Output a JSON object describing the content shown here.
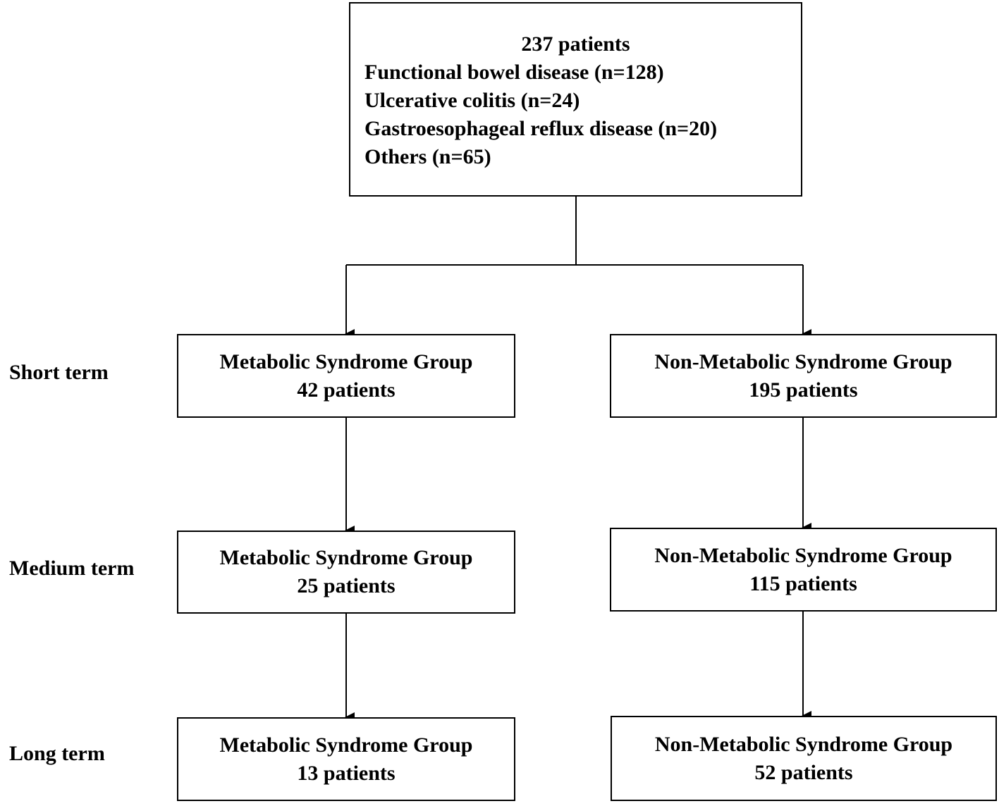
{
  "top": {
    "title": "237 patients",
    "lines": [
      "Functional bowel disease (n=128)",
      "Ulcerative colitis (n=24)",
      "Gastroesophageal reflux disease (n=20)",
      "Others (n=65)"
    ]
  },
  "rows": [
    {
      "label": "Short term",
      "left": {
        "group": "Metabolic Syndrome Group",
        "count": "42 patients"
      },
      "right": {
        "group": "Non-Metabolic Syndrome Group",
        "count": "195 patients"
      }
    },
    {
      "label": "Medium term",
      "left": {
        "group": "Metabolic Syndrome Group",
        "count": "25 patients"
      },
      "right": {
        "group": "Non-Metabolic Syndrome Group",
        "count": "115 patients"
      }
    },
    {
      "label": "Long term",
      "left": {
        "group": "Metabolic Syndrome Group",
        "count": "13 patients"
      },
      "right": {
        "group": "Non-Metabolic Syndrome Group",
        "count": "52 patients"
      }
    }
  ]
}
